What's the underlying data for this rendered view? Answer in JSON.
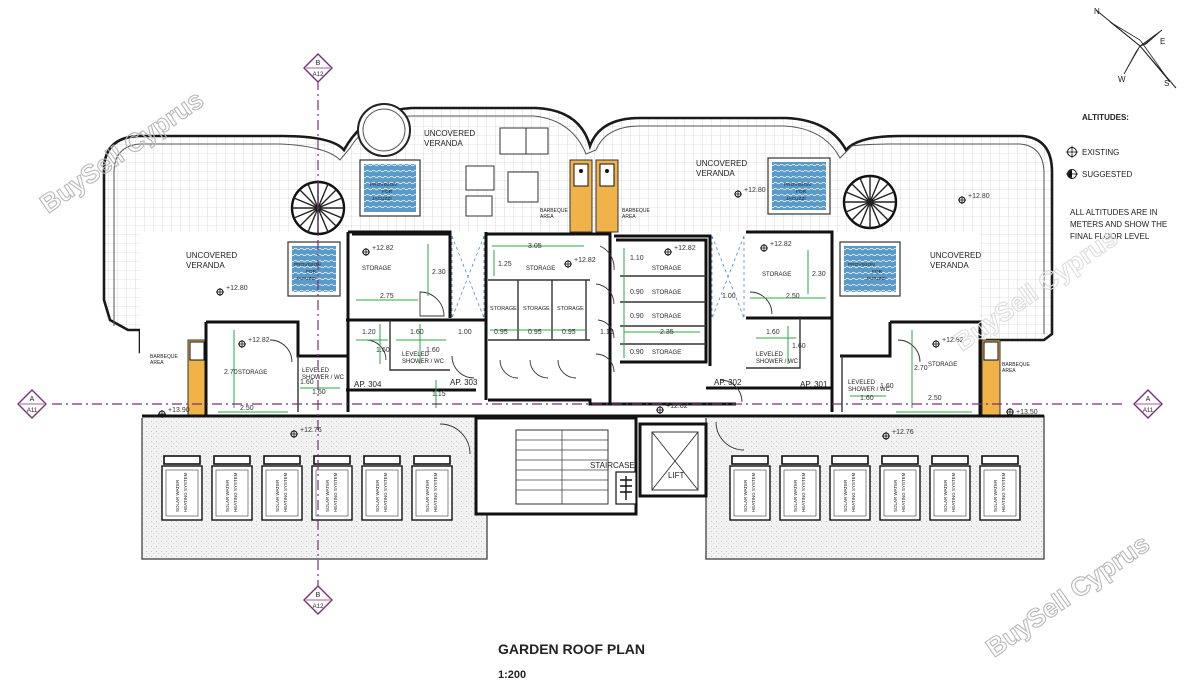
{
  "title": "GARDEN ROOF PLAN",
  "scale": "1:200",
  "watermark": "BuySell Cyprus",
  "legend": {
    "heading": "ALTITUDES:",
    "existing": "EXISTING",
    "suggested": "SUGGESTED",
    "note_lines": [
      "ALL ALTITUDES ARE IN",
      "METERS AND SHOW THE",
      "FINAL FLOOR LEVEL"
    ]
  },
  "compass": {
    "n": "N",
    "e": "E",
    "s": "S",
    "w": "W"
  },
  "section_markers": {
    "a_letter": "A",
    "a_sheet": "A11",
    "b_letter": "B",
    "b_sheet": "A12"
  },
  "areas": {
    "veranda_line1": "UNCOVERED",
    "veranda_line2": "VERANDA",
    "storage": "STORAGE",
    "shower_line1": "LEVELED",
    "shower_line2": "SHOWER / WC",
    "bbq_line1": "BARBEQUE",
    "bbq_line2": "AREA",
    "staircase": "STAIRCASE",
    "lift": "LIFT",
    "planter_line1": "PROVISION",
    "planter_line2": "FOR",
    "planter_line3": "JACUZZI",
    "solar_line1": "SOLAR WATER",
    "solar_line2": "HEATING SYSTEM"
  },
  "apartments": {
    "ap304": "AP. 304",
    "ap303": "AP. 303",
    "ap302": "AP. 302",
    "ap301": "AP. 301"
  },
  "levels": {
    "l1280": "+12.80",
    "l1282": "+12.82",
    "l1276": "+12.76",
    "l1390": "+13.90",
    "l1350": "+13.50"
  },
  "dims": {
    "d275": "2.75",
    "d230": "2.30",
    "d250": "2.50",
    "d270": "2.70",
    "d120": "1.20",
    "d160": "1.60",
    "d100": "1.00",
    "d095": "0.95",
    "d305": "3.05",
    "d125": "1.25",
    "d110": "1.10",
    "d090": "0.90",
    "d235": "2.35",
    "d115": "1.15"
  }
}
